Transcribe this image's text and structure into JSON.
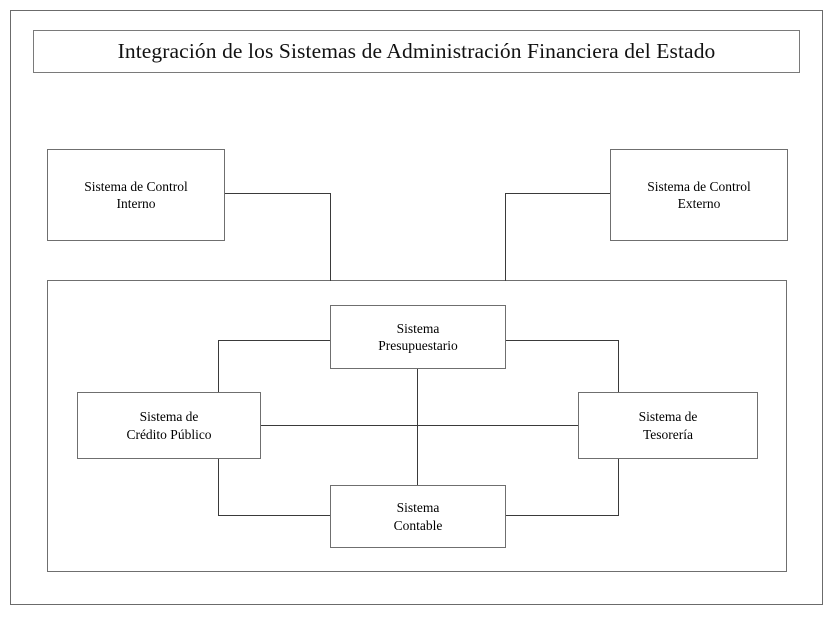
{
  "diagram": {
    "title": "Integración de los Sistemas de Administración Financiera del Estado",
    "colors": {
      "background": "#ffffff",
      "line": "#3a3a3a",
      "border": "#6f6f6f",
      "text": "#000000"
    },
    "nodes": {
      "control_interno": "Sistema de Control\nInterno",
      "control_externo": "Sistema de Control\nExterno",
      "presupuestario": "Sistema\nPresupuestario",
      "credito_publico": "Sistema de\nCrédito Público",
      "tesoreria": "Sistema de\nTesorería",
      "contable": "Sistema\nContable"
    },
    "connectors": [
      {
        "name": "interno-to-container",
        "from": "control_interno",
        "to": "container"
      },
      {
        "name": "externo-to-container",
        "from": "control_externo",
        "to": "container"
      },
      {
        "name": "presupuestario-to-credito",
        "from": "presupuestario",
        "to": "credito_publico"
      },
      {
        "name": "presupuestario-to-tesoreria",
        "from": "presupuestario",
        "to": "tesoreria"
      },
      {
        "name": "presupuestario-to-contable",
        "from": "presupuestario",
        "to": "contable"
      },
      {
        "name": "credito-to-tesoreria",
        "from": "credito_publico",
        "to": "tesoreria"
      },
      {
        "name": "credito-to-contable",
        "from": "credito_publico",
        "to": "contable"
      },
      {
        "name": "contable-to-tesoreria",
        "from": "contable",
        "to": "tesoreria"
      }
    ]
  }
}
